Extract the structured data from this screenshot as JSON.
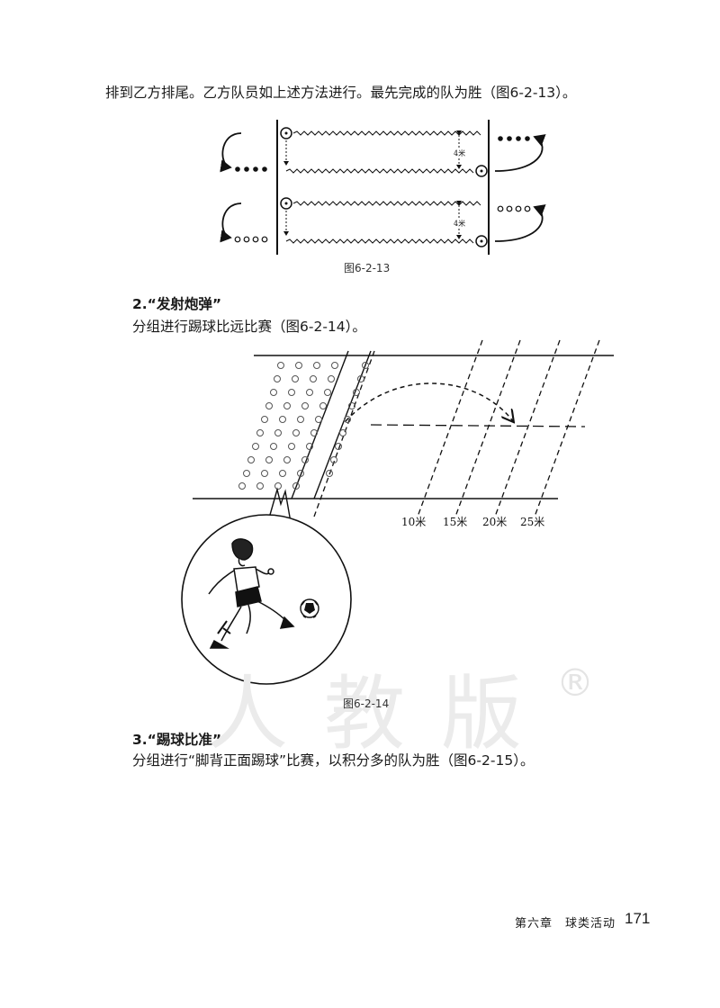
{
  "para_top": "排到乙方排尾。乙方队员如上述方法进行。最先完成的队为胜（图6-2-13）。",
  "fig13": {
    "caption": "图6-2-13",
    "label": "4米"
  },
  "section2": {
    "heading": "2.“发射炮弹”",
    "text": "分组进行踢球比远比赛（图6-2-14）。"
  },
  "fig14": {
    "caption": "图6-2-14",
    "distance_labels": [
      "10米",
      "15米",
      "20米",
      "25米"
    ]
  },
  "section3": {
    "heading": "3.“踢球比准”",
    "text": "分组进行“脚背正面踢球”比赛，以积分多的队为胜（图6-2-15）。"
  },
  "watermark": "人教版",
  "registered": "®",
  "footer": {
    "chapter": "第六章　球类活动",
    "page": "171"
  }
}
